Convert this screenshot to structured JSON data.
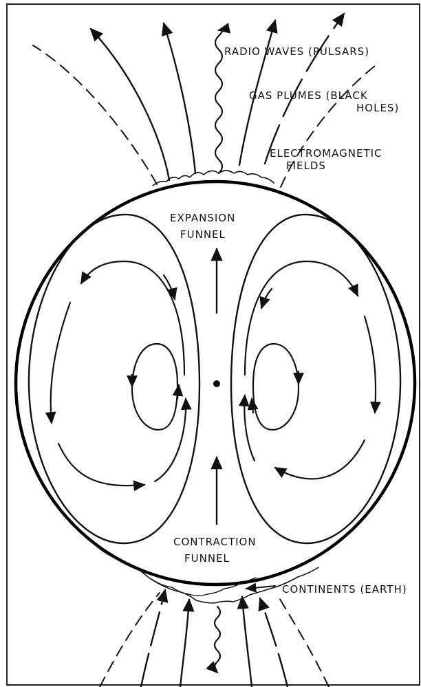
{
  "labels": {
    "radio_waves": "RADIO WAVES (PULSARS)",
    "gas_plumes_line1": "GAS PLUMES (BLACK",
    "gas_plumes_line2": "HOLES)",
    "em_fields_line1": "ELECTROMAGNETIC",
    "em_fields_line2": "FIELDS",
    "expansion_line1": "EXPANSION",
    "expansion_line2": "FUNNEL",
    "contraction_line1": "CONTRACTION",
    "contraction_line2": "FUNNEL",
    "continents": "CONTINENTS (EARTH)"
  }
}
